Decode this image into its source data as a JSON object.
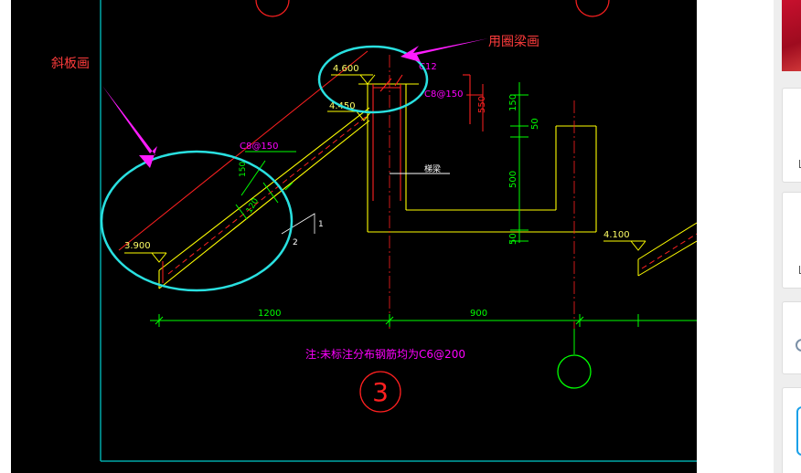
{
  "annotations": {
    "slab_label": "斜板画",
    "ring_beam_label": "用圈梁画",
    "colors": {
      "annotation": "#ff3c3c",
      "arrow": "#ff1cff",
      "callout_circle": "#29e0e0"
    }
  },
  "drawing": {
    "elev_top": "4.600",
    "elev_mid": "4.450",
    "elev_bottom": "3.900",
    "elev_right": "4.100",
    "rebar_top": "C12",
    "rebar_top2": "C8@150",
    "rebar_slab": "C8@150",
    "dim_150_slab": "150",
    "dim_120": "120",
    "dim_550": "550",
    "dim_150_v": "150",
    "dim_50_top": "50",
    "dim_500": "500",
    "dim_50_bottom": "50",
    "slope_rise": "1",
    "slope_run": "2",
    "dim_1200": "1200",
    "dim_900": "900",
    "beam_tag": "梯梁",
    "note": "注:未标注分布钢筋均为C6@200",
    "section_number": "3",
    "colors": {
      "background": "#000000",
      "frame": "#00a8a8",
      "dimension": "#00ff00",
      "structure": "#ffff00",
      "rebar": "#ff2020",
      "text_magenta": "#ff00ff",
      "text_yellow": "#ffff66"
    }
  },
  "side_panel": {
    "cards": [
      "card-1",
      "card-2",
      "card-3",
      "card-4"
    ]
  }
}
